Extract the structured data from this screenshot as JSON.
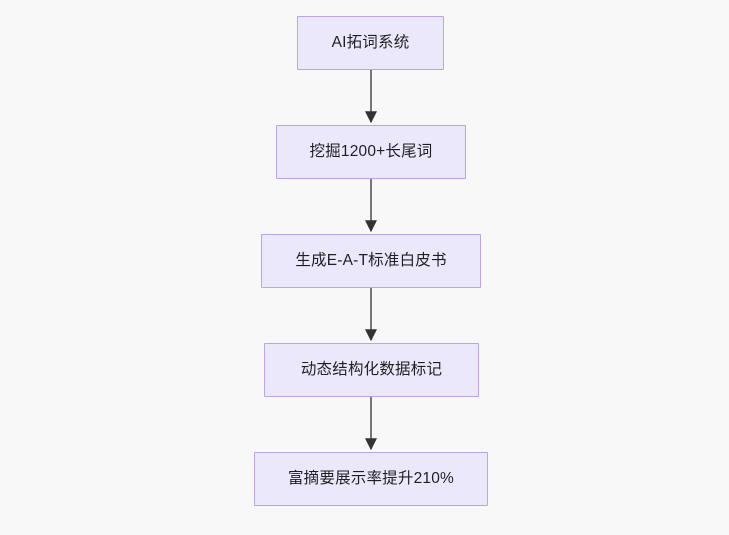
{
  "diagram": {
    "type": "flowchart",
    "direction": "top-to-bottom",
    "background_color": "#f8f8f8",
    "node_fill_color": "#ece8fc",
    "node_border_color": "#b9a5e3",
    "node_text_color": "#1f1f1f",
    "edge_color": "#777777",
    "arrowhead_color": "#333333",
    "nodes": [
      {
        "id": "n1",
        "label": "AI拓词系统"
      },
      {
        "id": "n2",
        "label": "挖掘1200+长尾词"
      },
      {
        "id": "n3",
        "label": "生成E-A-T标准白皮书"
      },
      {
        "id": "n4",
        "label": "动态结构化数据标记"
      },
      {
        "id": "n5",
        "label": "富摘要展示率提升210%"
      }
    ],
    "edges": [
      {
        "from": "n1",
        "to": "n2",
        "label": ""
      },
      {
        "from": "n2",
        "to": "n3",
        "label": ""
      },
      {
        "from": "n3",
        "to": "n4",
        "label": ""
      },
      {
        "from": "n4",
        "to": "n5",
        "label": ""
      }
    ]
  }
}
